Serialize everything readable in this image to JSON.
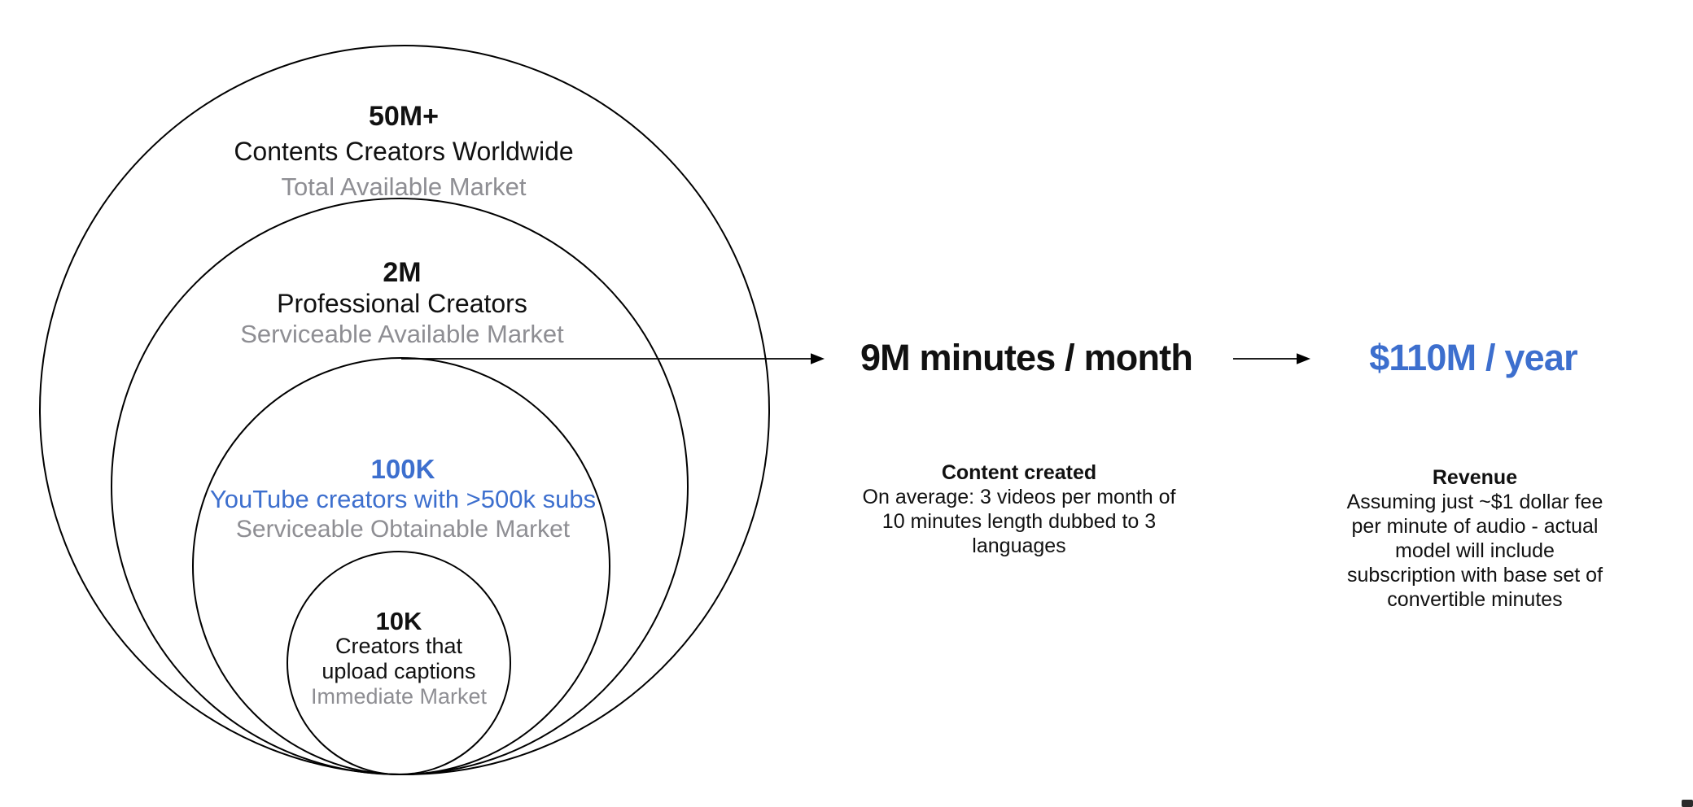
{
  "diagram": {
    "type": "nested-market-circles",
    "circles": [
      {
        "id": "tam",
        "value": "50M+",
        "label_lines": [
          "Contents Creators Worldwide"
        ],
        "market": "Total Available Market"
      },
      {
        "id": "sam",
        "value": "2M",
        "label_lines": [
          "Professional Creators"
        ],
        "market": "Serviceable Available Market"
      },
      {
        "id": "som",
        "value": "100K",
        "label_lines": [
          "YouTube creators with >500k subs"
        ],
        "market": "Serviceable Obtainable Market"
      },
      {
        "id": "immediate",
        "value": "10K",
        "label_lines": [
          "Creators that",
          "upload captions"
        ],
        "market": "Immediate Market"
      }
    ]
  },
  "flow": {
    "content_metric": "9M minutes / month",
    "revenue_metric": "$110M / year",
    "content_note": {
      "title": "Content created",
      "lines": [
        "On average: 3 videos per month of",
        "10 minutes length dubbed to 3",
        "languages"
      ]
    },
    "revenue_note": {
      "title": "Revenue",
      "lines": [
        "Assuming just ~$1 dollar fee",
        "per minute of audio - actual",
        "model will include",
        "subscription with base set of",
        "convertible minutes"
      ]
    }
  },
  "colors": {
    "accent_blue": "#3d6fce",
    "muted_gray": "#8e8e93",
    "text_black": "#111111",
    "circle_stroke": "#000000",
    "background": "#ffffff"
  }
}
